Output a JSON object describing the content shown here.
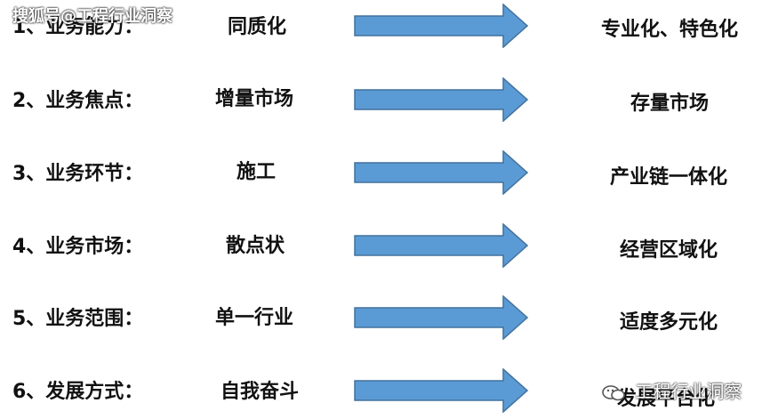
{
  "watermark_top": "搜狐号@工程行业洞察",
  "watermark_bottom": "工程行业洞察",
  "arrow_color": "#5b9bd5",
  "rows": [
    {
      "label": "1、业务能力：",
      "from": "同质化",
      "to": "专业化、特色化"
    },
    {
      "label": "2、业务焦点：",
      "from": "增量市场",
      "to": "存量市场"
    },
    {
      "label": "3、业务环节：",
      "from": "施工",
      "to": "产业链一体化"
    },
    {
      "label": "4、业务市场：",
      "from": "散点状",
      "to": "经营区域化"
    },
    {
      "label": "5、业务范围：",
      "from": "单一行业",
      "to": "适度多元化"
    },
    {
      "label": "6、发展方式：",
      "from": "自我奋斗",
      "to": "发展平台化"
    }
  ]
}
